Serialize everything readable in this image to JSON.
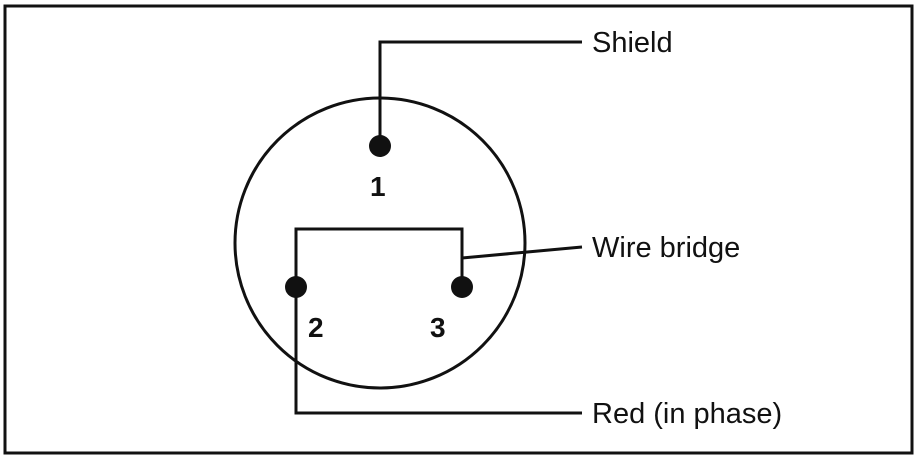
{
  "pins": [
    {
      "number": "1"
    },
    {
      "number": "2"
    },
    {
      "number": "3"
    }
  ],
  "callouts": {
    "shield": "Shield",
    "wire_bridge": "Wire bridge",
    "red": "Red (in phase)"
  },
  "colors": {
    "line": "#111111",
    "background": "#ffffff"
  }
}
